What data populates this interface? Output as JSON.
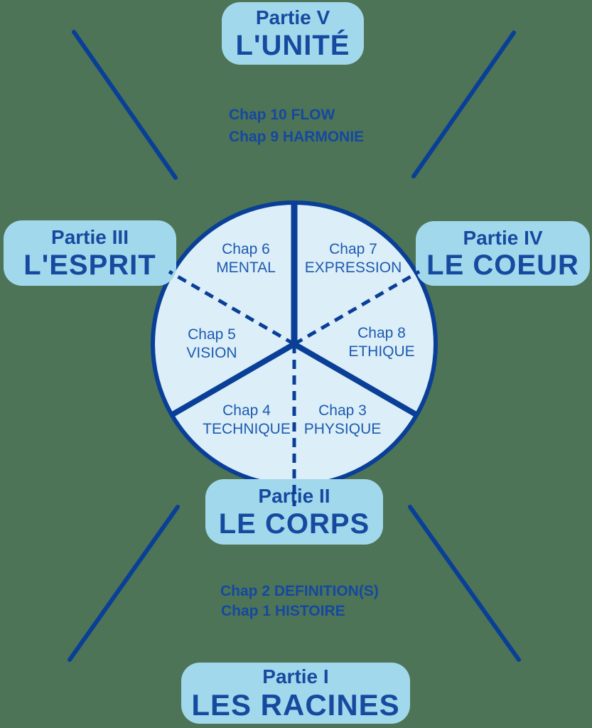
{
  "colors": {
    "background": "#4d7456",
    "box_fill": "#a2d8ec",
    "circle_fill": "#dceef8",
    "line_blue": "#0a3f97",
    "heading_text": "#164a9f",
    "chapter_link_text": "#1548a0",
    "sector_text": "#1d5bb0"
  },
  "parts": [
    {
      "line1": "Partie V",
      "line2": "L'UNITÉ"
    },
    {
      "line1": "Partie III",
      "line2": "L'ESPRIT"
    },
    {
      "line1": "Partie IV",
      "line2": "LE COEUR"
    },
    {
      "line1": "Partie II",
      "line2": "LE CORPS"
    },
    {
      "line1": "Partie I",
      "line2": "LES RACINES"
    }
  ],
  "chapter_links": {
    "top": [
      "Chap 10 FLOW",
      "Chap 9 HARMONIE"
    ],
    "bottom": [
      "Chap 2 DEFINITION(S)",
      "Chap 1 HISTOIRE"
    ]
  },
  "sectors": [
    {
      "line1": "Chap 6",
      "line2": "MENTAL"
    },
    {
      "line1": "Chap 7",
      "line2": "EXPRESSION"
    },
    {
      "line1": "Chap 5",
      "line2": "VISION"
    },
    {
      "line1": "Chap 8",
      "line2": "ETHIQUE"
    },
    {
      "line1": "Chap 4",
      "line2": "TECHNIQUE"
    },
    {
      "line1": "Chap 3",
      "line2": "PHYSIQUE"
    }
  ]
}
